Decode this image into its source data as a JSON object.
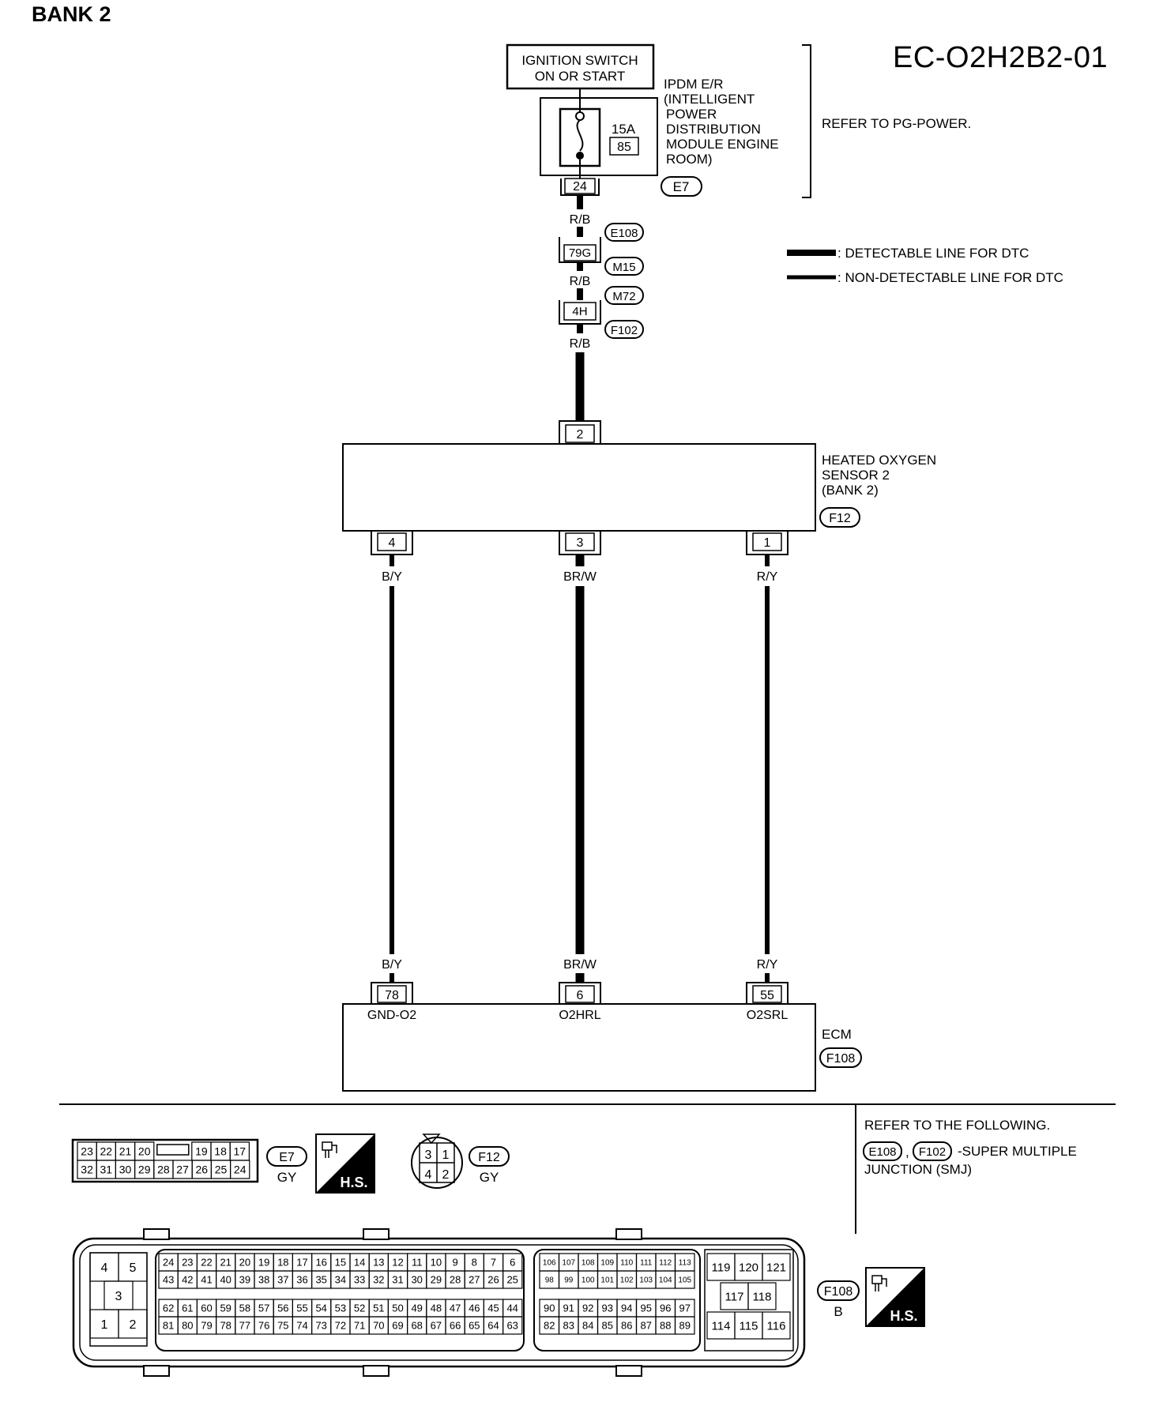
{
  "title": "BANK 2",
  "diagram_code": "EC-O2H2B2-01",
  "ignition": {
    "line1": "IGNITION SWITCH",
    "line2": "ON OR START"
  },
  "ipdm": {
    "lines": [
      "IPDM E/R",
      "(INTELLIGENT",
      "POWER",
      "DISTRIBUTION",
      "MODULE ENGINE",
      "ROOM)"
    ],
    "fuse_amp": "15A",
    "fuse_no": "85",
    "terminal": "24",
    "connector": "E7"
  },
  "refer_power": "REFER TO PG-POWER.",
  "legend": {
    "detectable": ": DETECTABLE LINE FOR DTC",
    "non_detectable": ": NON-DETECTABLE LINE FOR DTC"
  },
  "wire_rb": "R/B",
  "junctions": [
    {
      "terminal": "79G",
      "top": "E108",
      "bottom": "M15"
    },
    {
      "terminal": "4H",
      "top": "M72",
      "bottom": "F102"
    }
  ],
  "sensor": {
    "lines": [
      "HEATED OXYGEN",
      "SENSOR 2",
      "(BANK 2)"
    ],
    "connector": "F12",
    "top_terminal": "2",
    "terminals": [
      "4",
      "3",
      "1"
    ]
  },
  "wires": [
    "B/Y",
    "BR/W",
    "R/Y"
  ],
  "ecm": {
    "label": "ECM",
    "connector": "F108",
    "terminals": [
      "78",
      "6",
      "55"
    ],
    "signals": [
      "GND-O2",
      "O2HRL",
      "O2SRL"
    ]
  },
  "refer_following": {
    "line1": "REFER TO THE FOLLOWING.",
    "c1": "E108",
    "c2": "F102",
    "text2": "-SUPER MULTIPLE",
    "line3": "JUNCTION (SMJ)"
  },
  "e7_connector": {
    "id": "E7",
    "color": "GY",
    "row1": [
      "23",
      "22",
      "21",
      "20",
      "",
      "19",
      "18",
      "17"
    ],
    "row2": [
      "32",
      "31",
      "30",
      "29",
      "28",
      "27",
      "26",
      "25",
      "24"
    ]
  },
  "f12_connector": {
    "id": "F12",
    "color": "GY",
    "pins": [
      "3",
      "1",
      "4",
      "2"
    ]
  },
  "f108_connector": {
    "id": "F108",
    "color": "B",
    "left": [
      "4",
      "5",
      "3",
      "1",
      "2"
    ],
    "row_a": [
      "24",
      "23",
      "22",
      "21",
      "20",
      "19",
      "18",
      "17",
      "16",
      "15",
      "14",
      "13",
      "12",
      "11",
      "10",
      "9",
      "8",
      "7",
      "6"
    ],
    "row_b": [
      "43",
      "42",
      "41",
      "40",
      "39",
      "38",
      "37",
      "36",
      "35",
      "34",
      "33",
      "32",
      "31",
      "30",
      "29",
      "28",
      "27",
      "26",
      "25"
    ],
    "row_c": [
      "62",
      "61",
      "60",
      "59",
      "58",
      "57",
      "56",
      "55",
      "54",
      "53",
      "52",
      "51",
      "50",
      "49",
      "48",
      "47",
      "46",
      "45",
      "44"
    ],
    "row_d": [
      "81",
      "80",
      "79",
      "78",
      "77",
      "76",
      "75",
      "74",
      "73",
      "72",
      "71",
      "70",
      "69",
      "68",
      "67",
      "66",
      "65",
      "64",
      "63"
    ],
    "mid_a": [
      "106",
      "107",
      "108",
      "109",
      "110",
      "111",
      "112",
      "113"
    ],
    "mid_b": [
      "98",
      "99",
      "100",
      "101",
      "102",
      "103",
      "104",
      "105"
    ],
    "mid_c": [
      "90",
      "91",
      "92",
      "93",
      "94",
      "95",
      "96",
      "97"
    ],
    "mid_d": [
      "82",
      "83",
      "84",
      "85",
      "86",
      "87",
      "88",
      "89"
    ],
    "right_top": [
      "119",
      "120",
      "121"
    ],
    "right_mid": [
      "117",
      "118"
    ],
    "right_bot": [
      "114",
      "115",
      "116"
    ]
  },
  "hs_label": "H.S."
}
